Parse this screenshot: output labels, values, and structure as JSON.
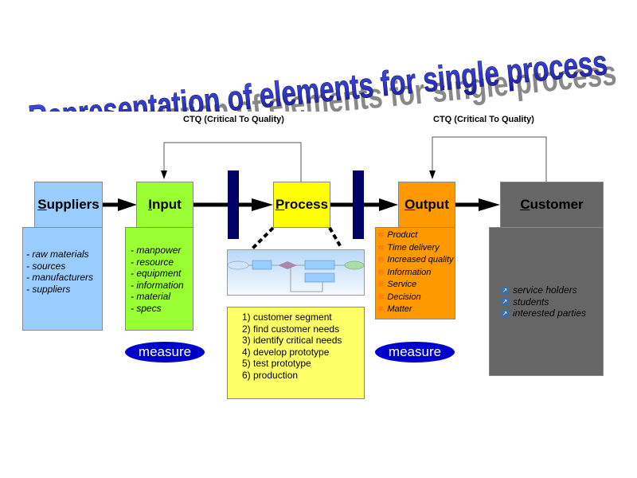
{
  "title": "Representation of elements for single process",
  "ctq_labels": [
    "CTQ (Critical To Quality)",
    "CTQ (Critical To Quality)"
  ],
  "suppliers": {
    "underline": "S",
    "rest": "uppliers",
    "items": [
      "- raw materials",
      "- sources",
      "- manufacturers",
      "- suppliers"
    ]
  },
  "input": {
    "underline": "I",
    "rest": "nput",
    "items": [
      "- manpower",
      "- resource",
      "- equipment",
      "- information",
      "- material",
      "- specs"
    ]
  },
  "process": {
    "underline": "P",
    "rest": "rocess",
    "steps": [
      "1) customer segment",
      "2) find customer needs",
      "3) identify critical needs",
      "4) develop prototype",
      "5) test prototype",
      "6) production"
    ]
  },
  "output": {
    "underline": "O",
    "rest": "utput",
    "items": [
      "Product",
      "Time delivery",
      "Increased quality",
      "Information",
      "Service",
      "Decision",
      "Matter"
    ]
  },
  "customer": {
    "underline": "C",
    "rest": "ustomer",
    "items": [
      "service holders",
      "students",
      "interested parties"
    ]
  },
  "measure_labels": [
    "measure",
    "measure"
  ],
  "colors": {
    "suppliers": "#99ccff",
    "input": "#99ff33",
    "process": "#ffff00",
    "output": "#ff9900",
    "customer": "#666666",
    "bar": "#000066",
    "measure": "#0000cc",
    "title": "#2233cc"
  }
}
